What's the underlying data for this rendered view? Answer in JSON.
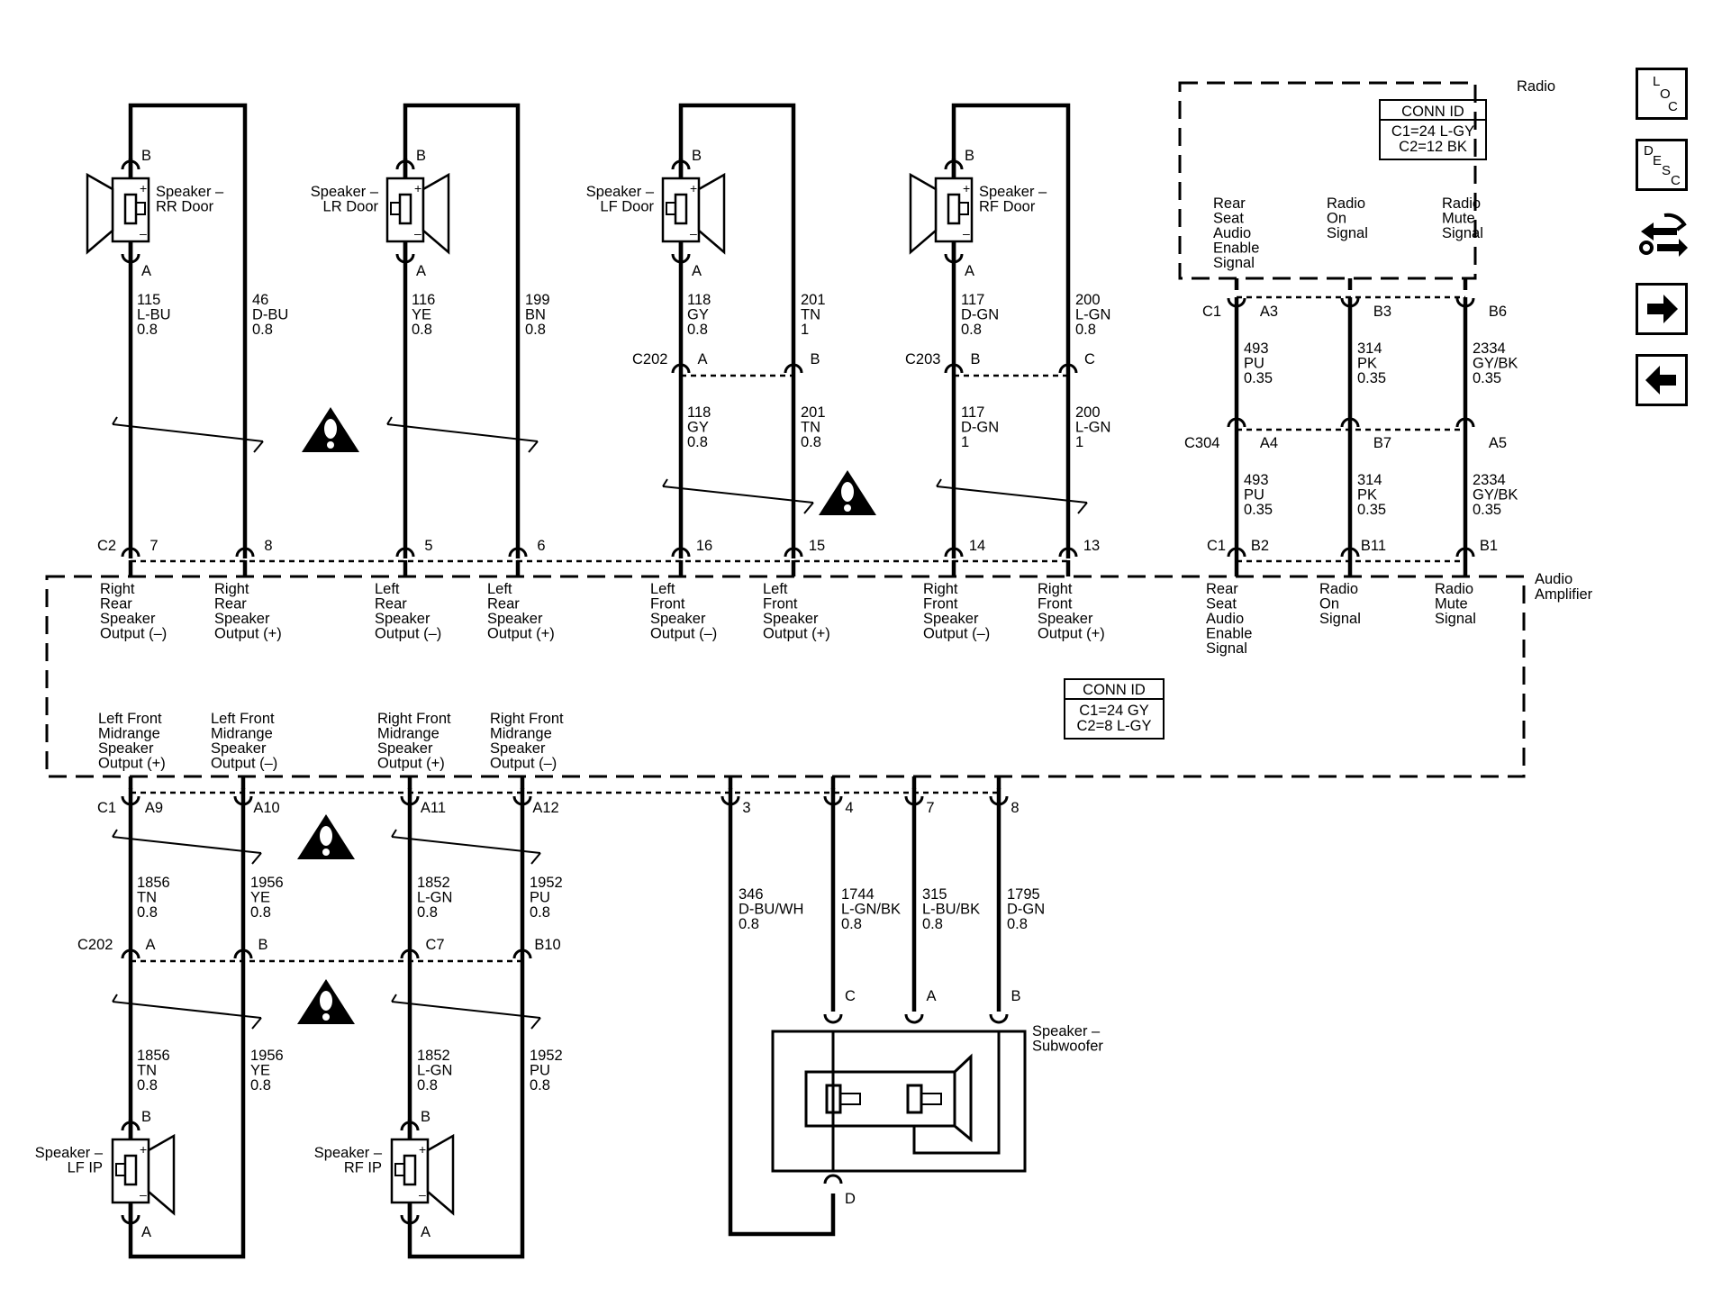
{
  "nav": {
    "loc_letters": [
      "L",
      "O",
      "C"
    ],
    "desc_letters": [
      "D",
      "E",
      "S",
      "C"
    ],
    "icons": [
      "loc-icon",
      "desc-icon",
      "wrench-arrows-icon",
      "next-arrow-icon",
      "previous-arrow-icon"
    ]
  },
  "radio": {
    "label": "Radio",
    "conn_id_title": "CONN ID",
    "conn_id_lines": [
      "C1=24 L-GY",
      "C2=12 BK"
    ],
    "signals": [
      [
        "Rear",
        "Seat",
        "Audio",
        "Enable",
        "Signal"
      ],
      [
        "Radio",
        "On",
        "Signal"
      ],
      [
        "Radio",
        "Mute",
        "Signal"
      ]
    ],
    "connector": "C1",
    "pins": [
      "A3",
      "B3",
      "B6"
    ]
  },
  "amplifier": {
    "label_lines": [
      "Audio",
      "Amplifier"
    ],
    "conn_id_title": "CONN ID",
    "conn_id_lines": [
      "C1=24 GY",
      "C2=8 L-GY"
    ],
    "top_connectors": [
      "C2",
      "C1"
    ],
    "top_pins": [
      "7",
      "8",
      "5",
      "6",
      "16",
      "15",
      "14",
      "13",
      "B2",
      "B11",
      "B1"
    ],
    "top_signals": [
      [
        "Right",
        "Rear",
        "Speaker",
        "Output (–)"
      ],
      [
        "Right",
        "Rear",
        "Speaker",
        "Output (+)"
      ],
      [
        "Left",
        "Rear",
        "Speaker",
        "Output (–)"
      ],
      [
        "Left",
        "Rear",
        "Speaker",
        "Output (+)"
      ],
      [
        "Left",
        "Front",
        "Speaker",
        "Output (–)"
      ],
      [
        "Left",
        "Front",
        "Speaker",
        "Output (+)"
      ],
      [
        "Right",
        "Front",
        "Speaker",
        "Output (–)"
      ],
      [
        "Right",
        "Front",
        "Speaker",
        "Output (+)"
      ],
      [
        "Rear",
        "Seat",
        "Audio",
        "Enable",
        "Signal"
      ],
      [
        "Radio",
        "On",
        "Signal"
      ],
      [
        "Radio",
        "Mute",
        "Signal"
      ]
    ],
    "bottom_signals": [
      [
        "Left Front",
        "Midrange",
        "Speaker",
        "Output (+)"
      ],
      [
        "Left Front",
        "Midrange",
        "Speaker",
        "Output (–)"
      ],
      [
        "Right Front",
        "Midrange",
        "Speaker",
        "Output (+)"
      ],
      [
        "Right Front",
        "Midrange",
        "Speaker",
        "Output (–)"
      ]
    ],
    "bottom_connector": "C1",
    "bottom_pins": [
      "A9",
      "A10",
      "A11",
      "A12",
      "3",
      "4",
      "7",
      "8"
    ]
  },
  "speakers_top": [
    {
      "name": [
        "Speaker –",
        "RR Door"
      ],
      "pin_top": "B",
      "pin_bottom": "A"
    },
    {
      "name": [
        "Speaker –",
        "LR Door"
      ],
      "pin_top": "B",
      "pin_bottom": "A"
    },
    {
      "name": [
        "Speaker –",
        "LF Door"
      ],
      "pin_top": "B",
      "pin_bottom": "A"
    },
    {
      "name": [
        "Speaker –",
        "RF Door"
      ],
      "pin_top": "B",
      "pin_bottom": "A"
    }
  ],
  "speakers_bottom": [
    {
      "name": [
        "Speaker –",
        "LF IP"
      ],
      "pin_top": "B",
      "pin_bottom": "A"
    },
    {
      "name": [
        "Speaker –",
        "RF IP"
      ],
      "pin_top": "B",
      "pin_bottom": "A"
    }
  ],
  "subwoofer": {
    "name": [
      "Speaker –",
      "Subwoofer"
    ],
    "pins_top": [
      "C",
      "A",
      "B"
    ],
    "pin_bottom": "D"
  },
  "inline_connectors": {
    "c202_top": {
      "name": "C202",
      "pins": [
        "A",
        "B"
      ]
    },
    "c203": {
      "name": "C203",
      "pins": [
        "B",
        "C"
      ]
    },
    "c304": {
      "name": "C304",
      "pins": [
        "A4",
        "B7",
        "A5"
      ]
    },
    "c202_bottom": {
      "name": "C202",
      "pins": [
        "A",
        "B",
        "C7",
        "B10"
      ]
    }
  },
  "wire_labels": {
    "rr_a": [
      "115",
      "L-BU",
      "0.8"
    ],
    "rr_b": [
      "46",
      "D-BU",
      "0.8"
    ],
    "lr_a": [
      "116",
      "YE",
      "0.8"
    ],
    "lr_b": [
      "199",
      "BN",
      "0.8"
    ],
    "lf_a_up": [
      "118",
      "GY",
      "0.8"
    ],
    "lf_b_up": [
      "201",
      "TN",
      "1"
    ],
    "lf_a_dn": [
      "118",
      "GY",
      "0.8"
    ],
    "lf_b_dn": [
      "201",
      "TN",
      "0.8"
    ],
    "rf_a_up": [
      "117",
      "D-GN",
      "0.8"
    ],
    "rf_b_up": [
      "200",
      "L-GN",
      "0.8"
    ],
    "rf_a_dn": [
      "117",
      "D-GN",
      "1"
    ],
    "rf_b_dn": [
      "200",
      "L-GN",
      "1"
    ],
    "rs_up": [
      "493",
      "PU",
      "0.35"
    ],
    "on_up": [
      "314",
      "PK",
      "0.35"
    ],
    "mute_up": [
      "2334",
      "GY/BK",
      "0.35"
    ],
    "rs_dn": [
      "493",
      "PU",
      "0.35"
    ],
    "on_dn": [
      "314",
      "PK",
      "0.35"
    ],
    "mute_dn": [
      "2334",
      "GY/BK",
      "0.35"
    ],
    "lfm_p_up": [
      "1856",
      "TN",
      "0.8"
    ],
    "lfm_n_up": [
      "1956",
      "YE",
      "0.8"
    ],
    "rfm_p_up": [
      "1852",
      "L-GN",
      "0.8"
    ],
    "rfm_n_up": [
      "1952",
      "PU",
      "0.8"
    ],
    "lfm_p_dn": [
      "1856",
      "TN",
      "0.8"
    ],
    "lfm_n_dn": [
      "1956",
      "YE",
      "0.8"
    ],
    "rfm_p_dn": [
      "1852",
      "L-GN",
      "0.8"
    ],
    "rfm_n_dn": [
      "1952",
      "PU",
      "0.8"
    ],
    "sub_3": [
      "346",
      "D-BU/WH",
      "0.8"
    ],
    "sub_4": [
      "1744",
      "L-GN/BK",
      "0.8"
    ],
    "sub_7": [
      "315",
      "L-BU/BK",
      "0.8"
    ],
    "sub_8": [
      "1795",
      "D-GN",
      "0.8"
    ]
  }
}
